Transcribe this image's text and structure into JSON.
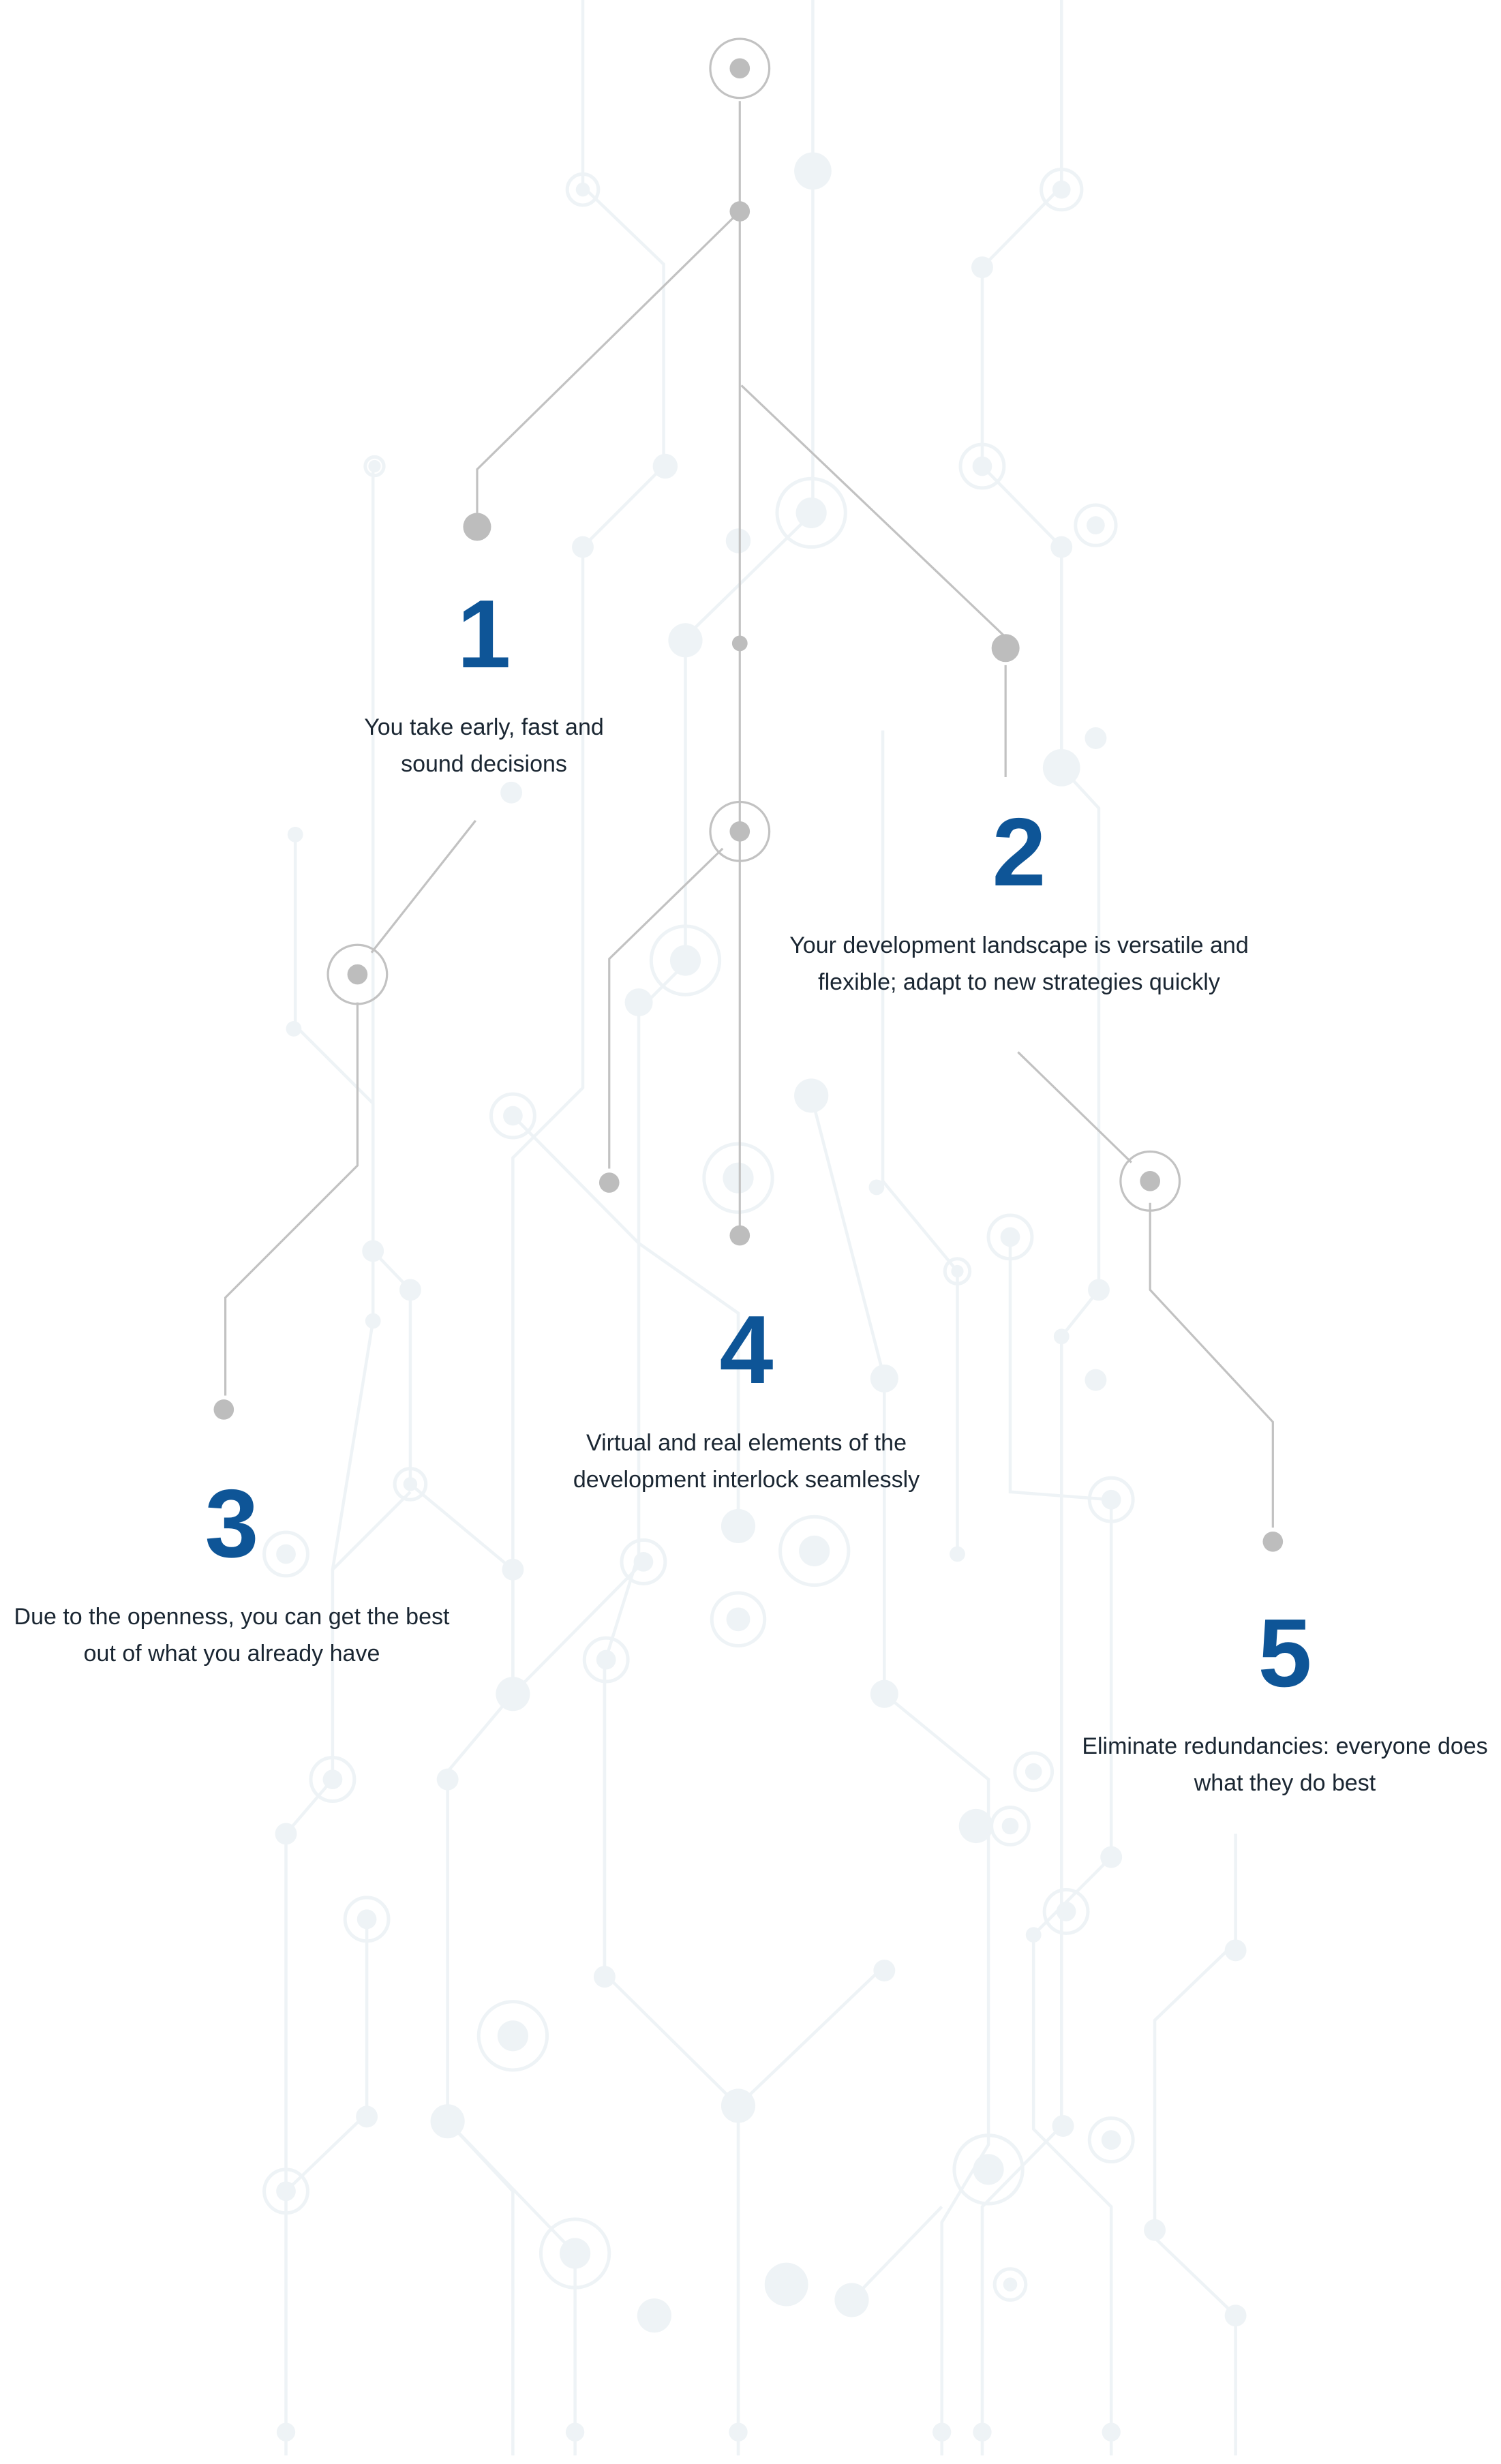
{
  "colors": {
    "number": "#0e5597",
    "text": "#1a2632",
    "line": "#c2c2c2",
    "node": "#bdbdbd",
    "circuit": "#eef3f6"
  },
  "steps": [
    {
      "number": "1",
      "text": "You take early, fast and sound decisions"
    },
    {
      "number": "2",
      "text": "Your development landscape is versatile and flexible; adapt to new strategies quickly"
    },
    {
      "number": "3",
      "text": "Due to the openness, you can get the best out of what you already have"
    },
    {
      "number": "4",
      "text": "Virtual and real elements of the development interlock seamlessly"
    },
    {
      "number": "5",
      "text": "Eliminate redundancies: everyone does what they do best"
    }
  ]
}
